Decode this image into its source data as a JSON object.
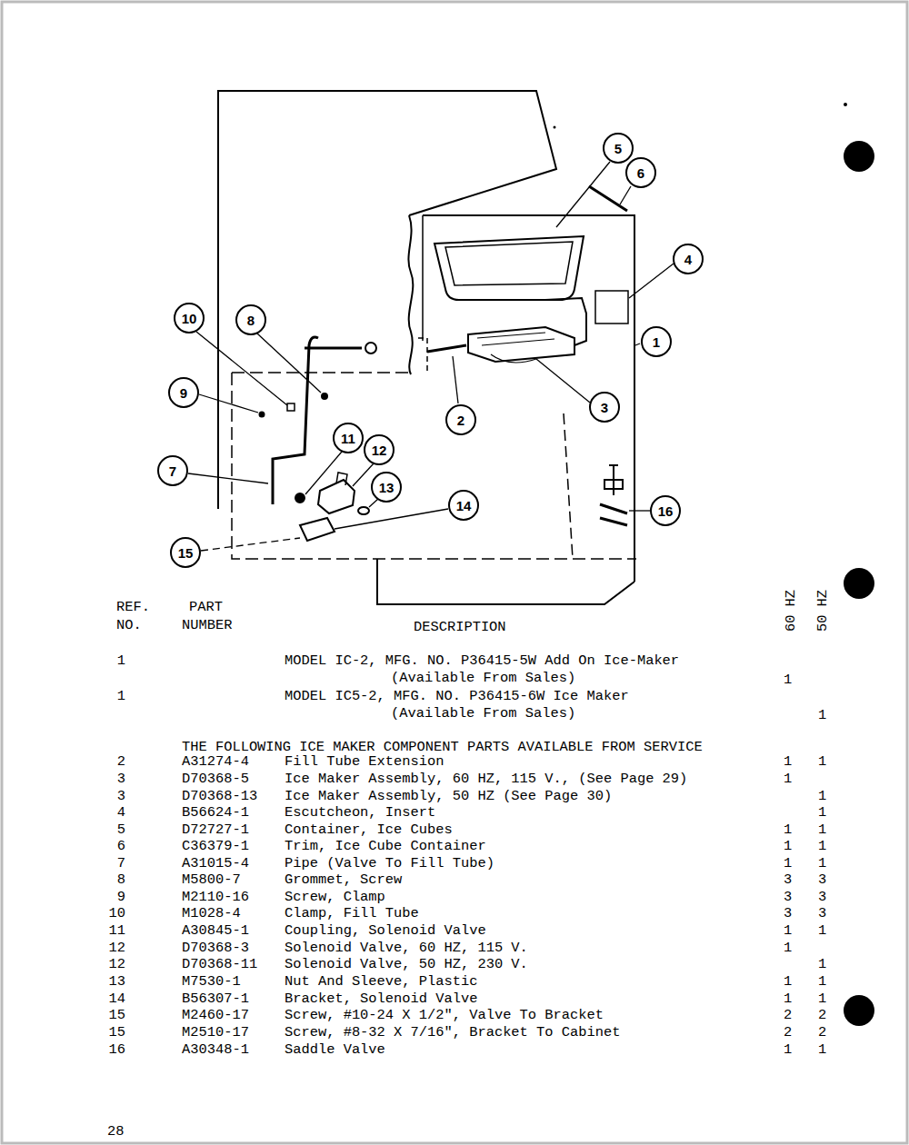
{
  "diagram": {
    "nodes": [
      {
        "text": [
          "5"
        ]
      },
      {
        "text": [
          "6"
        ]
      },
      {
        "text": [
          "4"
        ]
      },
      {
        "text": [
          "10"
        ]
      },
      {
        "text": [
          "8"
        ]
      },
      {
        "text": [
          "1"
        ]
      },
      {
        "text": [
          "9"
        ]
      },
      {
        "text": [
          "2"
        ]
      },
      {
        "text": [
          "3"
        ]
      },
      {
        "text": [
          "11"
        ]
      },
      {
        "text": [
          "12"
        ]
      },
      {
        "text": [
          "7"
        ]
      },
      {
        "text": [
          "13"
        ]
      },
      {
        "text": [
          "14"
        ]
      },
      {
        "text": [
          "16"
        ]
      },
      {
        "text": [
          "15"
        ]
      }
    ],
    "labels": [
      "REF.",
      "NO.",
      "PART",
      "NUMBER",
      "DESCRIPTION",
      "60 HZ",
      "50 HZ",
      "1",
      "MODEL IC-2, MFG. NO. P36415-5W Add On Ice-Maker (Available From Sales)",
      "1",
      "1",
      "MODEL IC5-2, MFG. NO. P36415-6W Ice Maker (Available From Sales)",
      "1",
      "THE FOLLOWING ICE MAKER COMPONENT PARTS AVAILABLE FROM SERVICE",
      "2",
      "A31274-4",
      "Fill Tube Extension",
      "1",
      "1",
      "3",
      "D70368-5",
      "Ice Maker Assembly, 60 HZ, 115 V., (See Page 29)",
      "1",
      "3",
      "D70368-13",
      "Ice Maker Assembly, 50 HZ (See Page 30)",
      "1",
      "4",
      "B56624-1",
      "Escutcheon, Insert",
      "1",
      "5",
      "D72727-1",
      "Container, Ice Cubes",
      "1",
      "1",
      "6",
      "C36379-1",
      "Trim, Ice Cube Container",
      "1",
      "1",
      "7",
      "A31015-4",
      "Pipe (Valve To Fill Tube)",
      "1",
      "1",
      "8",
      "M5800-7",
      "Grommet, Screw",
      "3",
      "3",
      "9",
      "M2110-16",
      "Screw, Clamp",
      "3",
      "3",
      "10",
      "M1028-4",
      "Clamp, Fill Tube",
      "3",
      "3",
      "11",
      "A30845-1",
      "Coupling, Solenoid Valve",
      "1",
      "1",
      "12",
      "D70368-3",
      "Solenoid Valve, 60 HZ, 115 V.",
      "1",
      "12",
      "D70368-11",
      "Solenoid Valve, 50 HZ, 230 V.",
      "1",
      "13",
      "M7530-1",
      "Nut And Sleeve, Plastic",
      "1",
      "1",
      "14",
      "B56307-1",
      "Bracket, Solenoid Valve",
      "1",
      "1",
      "15",
      "M2460-17",
      "Screw, #10-24 X 1/2\", Valve To Bracket",
      "2",
      "2",
      "15",
      "M2510-17",
      "Screw, #8-32 X 7/16\", Bracket To Cabinet",
      "2",
      "2",
      "16",
      "A30348-1",
      "Saddle Valve",
      "1",
      "1",
      "28"
    ]
  }
}
